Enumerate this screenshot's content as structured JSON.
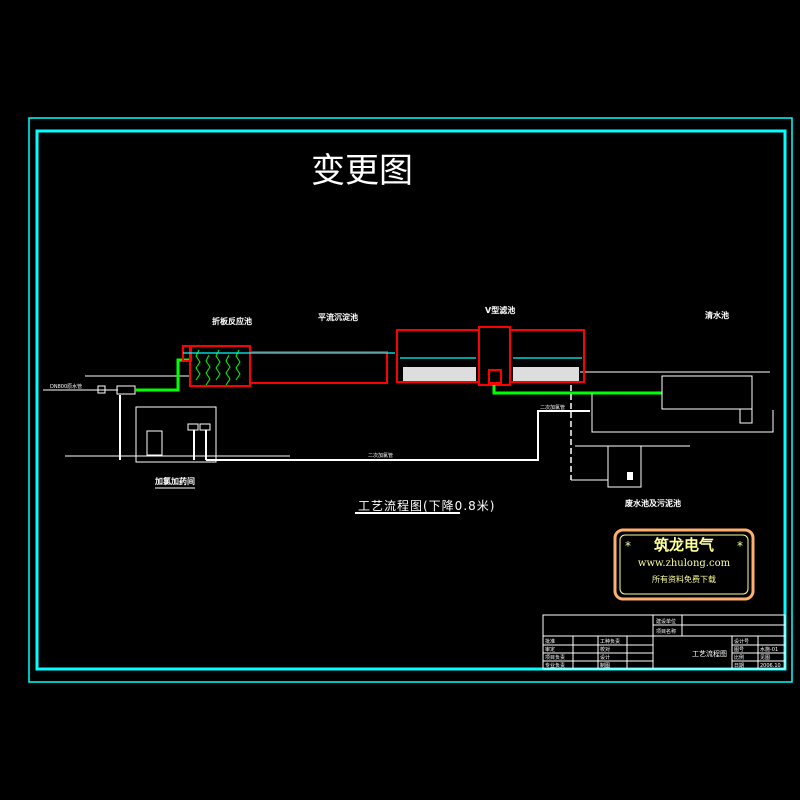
{
  "title": "变更图",
  "units": {
    "flocculation": "折板反应池",
    "sedimentation": "平流沉淀池",
    "v_filter": "V型滤池",
    "clear_water": "清水池",
    "dosing_room": "加氯加药间",
    "waste_pool": "废水池及污泥池"
  },
  "pipes": {
    "secondary_chlorine": "二次加氯管",
    "secondary_chlorine_2": "二次加氯管"
  },
  "caption": "工艺流程图(下降0.8米)",
  "watermark": {
    "brand": "筑龙电气",
    "url": "www.zhulong.com",
    "slogan": "所有资料免费下载",
    "star": "*"
  },
  "title_block": {
    "client_label": "建设单位",
    "project_label": "项目名称",
    "drawing_title": "工艺流程图",
    "left_labels": [
      "批准",
      "审定",
      "项目负责",
      "专业负责"
    ],
    "mid_labels": [
      "工种负责",
      "校对",
      "设计",
      "制图"
    ],
    "right_labels": [
      "设计号",
      "图号",
      "比例",
      "日期"
    ],
    "right_values": [
      "",
      "水施-01",
      "见图",
      "2006.10"
    ]
  },
  "colors": {
    "frame": "#00ffff",
    "structure": "#ff0000",
    "pipe": "#00ff00",
    "water": "#00ffff",
    "watermark": "#ffff99",
    "watermark_border": "#ffb070"
  }
}
